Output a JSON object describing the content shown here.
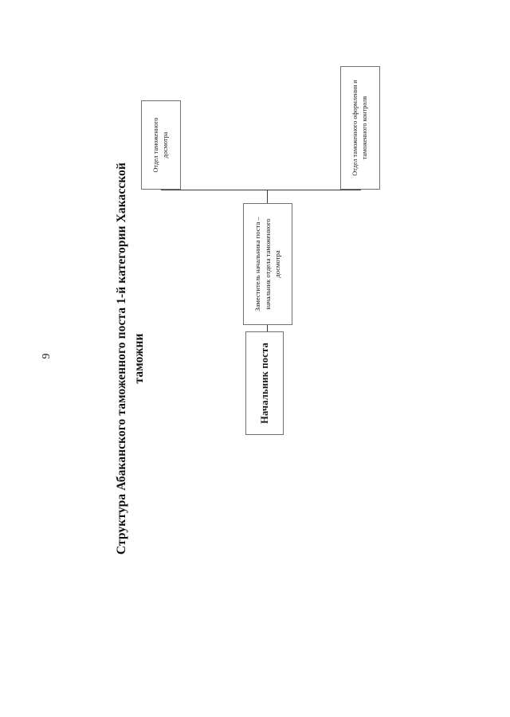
{
  "page": {
    "number": "9",
    "background_color": "#ffffff",
    "ink_color": "#17181c"
  },
  "chart_data": {
    "type": "diagram",
    "subtype": "organizational-hierarchy",
    "orientation": "rotated-90-counterclockwise",
    "title": "Структура Абаканского таможенного поста 1-й категории Хакасской таможни",
    "nodes": [
      {
        "id": "chief",
        "label": "Начальник поста",
        "level": 0,
        "bold": true
      },
      {
        "id": "deputy",
        "label": "Заместитель начальника поста – начальник отдела таможенного досмотра",
        "level": 1,
        "bold": false
      },
      {
        "id": "inspection",
        "label": "Отдел таможенного досмотра",
        "level": 2,
        "bold": false
      },
      {
        "id": "clearance",
        "label": "Отдел таможенного оформления и таможенного контроля",
        "level": 2,
        "bold": false
      }
    ],
    "edges": [
      {
        "from": "chief",
        "to": "deputy"
      },
      {
        "from": "deputy",
        "to": "inspection"
      },
      {
        "from": "deputy",
        "to": "clearance"
      }
    ],
    "legend": [],
    "grid": false
  }
}
